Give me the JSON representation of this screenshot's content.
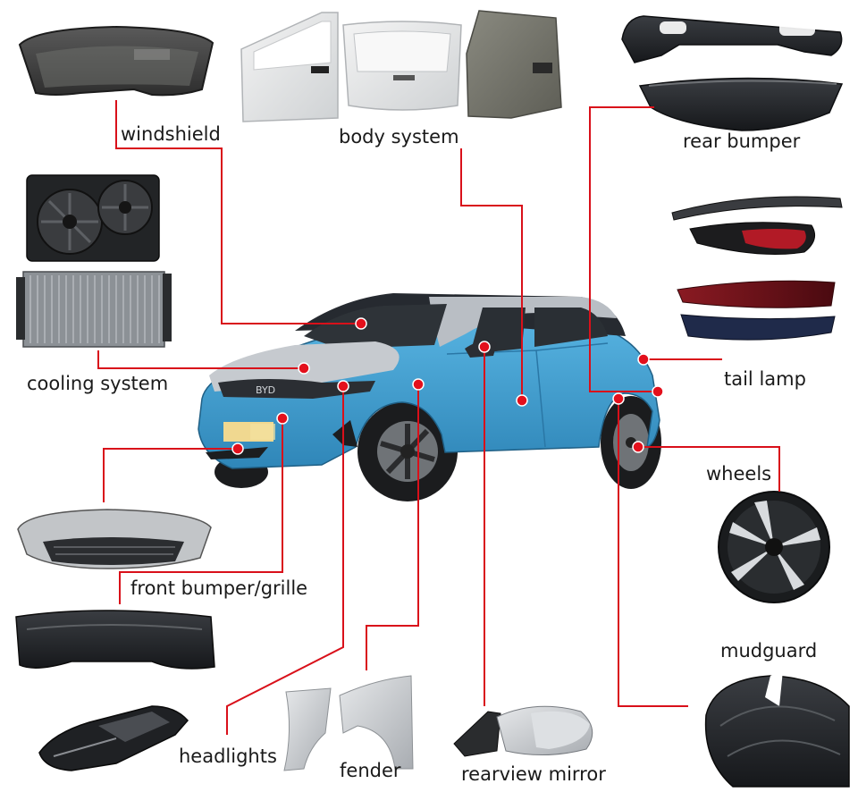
{
  "colors": {
    "leader_line": "#d9101a",
    "dot": "#e3101c",
    "car_body": "#3d9dd0",
    "car_roof": "#b9bec4",
    "label_text": "#1a1a1a"
  },
  "car_badge": "BYD",
  "labels": {
    "windshield": "windshield",
    "body_system": "body system",
    "rear_bumper": "rear bumper",
    "cooling_system": "cooling system",
    "tail_lamp": "tail lamp",
    "wheels": "wheels",
    "front_bumper_grille": "front bumper/grille",
    "mudguard": "mudguard",
    "headlights": "headlights",
    "fender": "fender",
    "rearview_mirror": "rearview mirror"
  },
  "parts": [
    {
      "id": "windshield",
      "icon": "windshield-glass-icon"
    },
    {
      "id": "body_system",
      "icon": "car-door-icon"
    },
    {
      "id": "rear_bumper",
      "icon": "rear-bumper-icon"
    },
    {
      "id": "cooling_system",
      "icon": "radiator-fan-icon"
    },
    {
      "id": "tail_lamp",
      "icon": "tail-lamp-icon"
    },
    {
      "id": "wheels",
      "icon": "alloy-wheel-icon"
    },
    {
      "id": "front_bumper_grille",
      "icon": "front-grille-icon"
    },
    {
      "id": "mudguard",
      "icon": "wheel-liner-icon"
    },
    {
      "id": "headlights",
      "icon": "headlight-icon"
    },
    {
      "id": "fender",
      "icon": "fender-panel-icon"
    },
    {
      "id": "rearview_mirror",
      "icon": "side-mirror-icon"
    }
  ]
}
